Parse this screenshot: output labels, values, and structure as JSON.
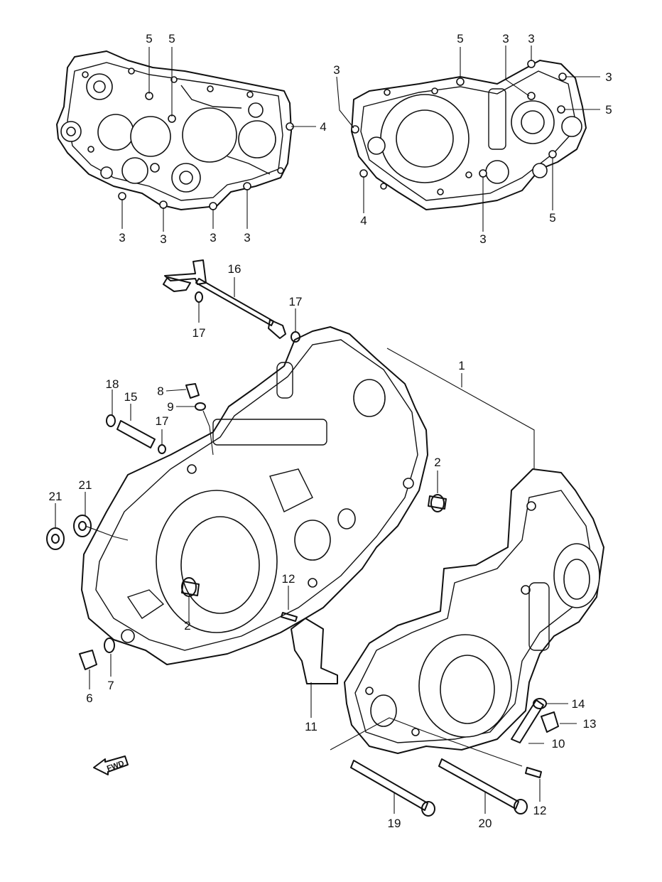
{
  "diagram": {
    "fwd_label": "FWD",
    "callouts": {
      "c1": "1",
      "c2a": "2",
      "c2b": "2",
      "c3a": "3",
      "c3b": "3",
      "c3c": "3",
      "c3d": "3",
      "c3e": "3",
      "c3f": "3",
      "c3g": "3",
      "c3h": "3",
      "c3i": "3",
      "c4a": "4",
      "c4b": "4",
      "c5a": "5",
      "c5b": "5",
      "c5c": "5",
      "c5d": "5",
      "c5e": "5",
      "c6": "6",
      "c7": "7",
      "c8": "8",
      "c9": "9",
      "c10": "10",
      "c11": "11",
      "c12a": "12",
      "c12b": "12",
      "c13": "13",
      "c14": "14",
      "c15": "15",
      "c16": "16",
      "c17a": "17",
      "c17b": "17",
      "c17c": "17",
      "c18": "18",
      "c19": "19",
      "c20": "20",
      "c21a": "21",
      "c21b": "21"
    }
  }
}
